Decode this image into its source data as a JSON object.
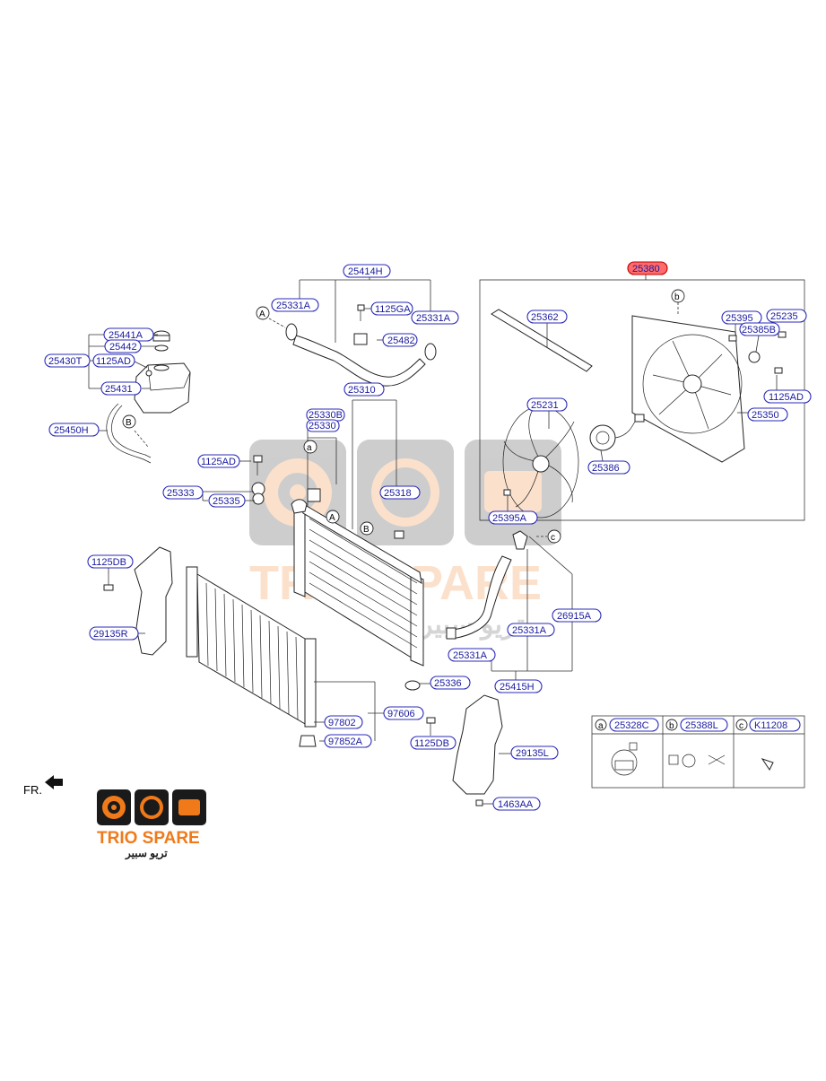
{
  "labels": {
    "p25380": "25380",
    "p25414H": "25414H",
    "p25331A_1": "25331A",
    "p1125GA": "1125GA",
    "p25331A_2": "25331A",
    "p25482": "25482",
    "p25441A": "25441A",
    "p25442": "25442",
    "p25430T": "25430T",
    "p1125AD_1": "1125AD",
    "p25431": "25431",
    "p25450H": "25450H",
    "p25310": "25310",
    "p25330B": "25330B",
    "p25330": "25330",
    "p1125AD_2": "1125AD",
    "p25333": "25333",
    "p25335": "25335",
    "p25318": "25318",
    "p25362": "25362",
    "p25395": "25395",
    "p25235": "25235",
    "p25385B": "25385B",
    "p1125AD_3": "1125AD",
    "p25350": "25350",
    "p25231": "25231",
    "p25386": "25386",
    "p25395A": "25395A",
    "p1125DB_1": "1125DB",
    "p29135R": "29135R",
    "p25331A_3": "25331A",
    "p26915A": "26915A",
    "p25331A_4": "25331A",
    "p25336": "25336",
    "p25415H": "25415H",
    "p97802": "97802",
    "p97606": "97606",
    "p97852A": "97852A",
    "p1125DB_2": "1125DB",
    "p29135L": "29135L",
    "p1463AA": "1463AA",
    "p25328C": "25328C",
    "p25388L": "25388L",
    "pK11208": "K11208"
  },
  "refs": {
    "A": "A",
    "B": "B",
    "a": "a",
    "b": "b",
    "c": "c"
  },
  "fr_label": "FR.",
  "watermark": {
    "brand": "TRIO SPARE",
    "brand_arabic": "تريو سبير"
  },
  "logo": {
    "brand": "TRIO SPARE",
    "brand_arabic": "تريو سبير"
  },
  "colors": {
    "label_text": "#1a1aa0",
    "label_border": "#2b2bb8",
    "highlight_fill": "#ff6a6a",
    "brand_orange": "#f07a1a",
    "brand_dark": "#1a1a1a"
  }
}
